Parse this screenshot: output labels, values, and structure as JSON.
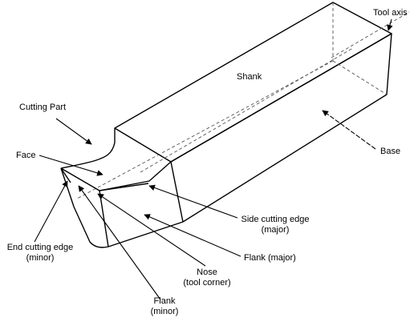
{
  "labels": {
    "tool_axis": "Tool axis",
    "shank": "Shank",
    "cutting_part": "Cutting Part",
    "face": "Face",
    "base": "Base",
    "side_cutting_edge_1": "Side cutting edge",
    "side_cutting_edge_2": "(major)",
    "flank_major": "Flank (major)",
    "end_cutting_edge_1": "End cutting edge",
    "end_cutting_edge_2": "(minor)",
    "nose_1": "Nose",
    "nose_2": "(tool corner)",
    "flank_minor_1": "Flank",
    "flank_minor_2": "(minor)"
  },
  "colors": {
    "line": "#000000",
    "hidden_line": "#555555",
    "background": "#ffffff"
  }
}
